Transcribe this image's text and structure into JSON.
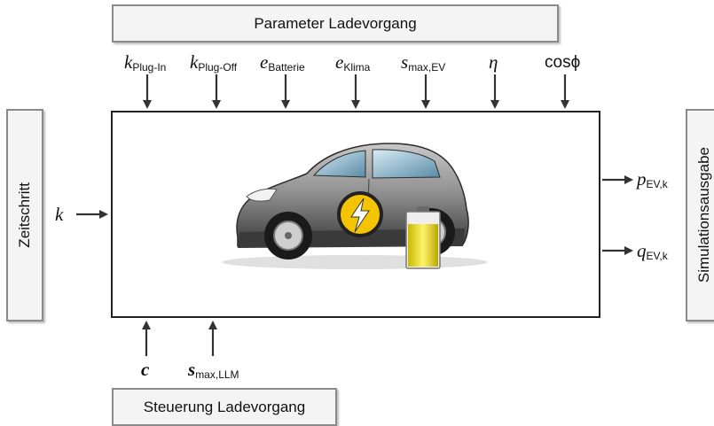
{
  "top_label": "Parameter Ladevorgang",
  "bottom_label": "Steuerung Ladevorgang",
  "left_label": "Zeitschritt",
  "right_label": "Simulationsausgabe",
  "input_left": {
    "symbol": "k"
  },
  "top_inputs": [
    {
      "symbol": "k",
      "sub": "Plug-In"
    },
    {
      "symbol": "k",
      "sub": "Plug-Off"
    },
    {
      "symbol": "e",
      "sub": "Batterie"
    },
    {
      "symbol": "e",
      "sub": "Klima"
    },
    {
      "symbol": "s",
      "sub": "max,EV"
    },
    {
      "symbol": "η",
      "sub": ""
    },
    {
      "symbol": "cosϕ",
      "sub": ""
    }
  ],
  "bottom_inputs": [
    {
      "symbol": "c",
      "sub": ""
    },
    {
      "symbol": "s",
      "sub": "max,LLM"
    }
  ],
  "outputs": [
    {
      "symbol": "p",
      "sub": "EV,k"
    },
    {
      "symbol": "q",
      "sub": "EV,k"
    }
  ]
}
